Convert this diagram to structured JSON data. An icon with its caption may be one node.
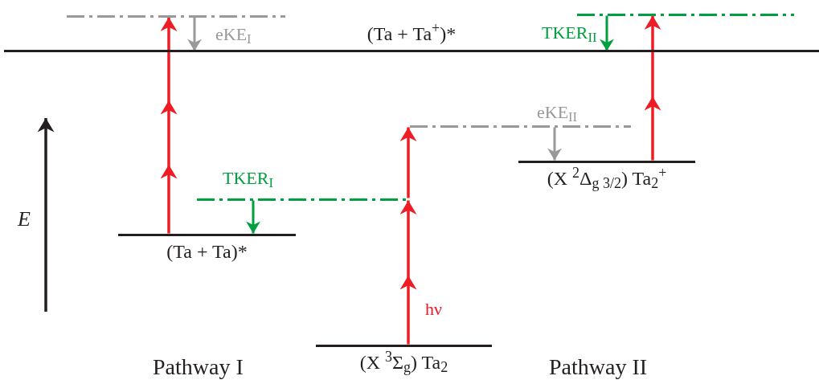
{
  "diagram": {
    "nodes": [
      {
        "text": [
          "(Ta + Ta$^{+}$)*"
        ]
      },
      {
        "text": [],
        "shape": "bar"
      },
      {
        "text": [],
        "shape": "bar"
      },
      {
        "text": [],
        "shape": "bar"
      },
      {
        "text": [
          "(X $^{2}$Δ$_{g 3/2}$) Ta$_{2}$$^{+}$"
        ]
      },
      {
        "text": [],
        "shape": "bar"
      },
      {
        "text": [
          "(Ta + Ta)*"
        ]
      },
      {
        "text": [
          "(X $^{3}$Σ$_{g}$) Ta$_{2}$"
        ]
      }
    ],
    "edges": [
      {
        "from": 7,
        "to": 5,
        "arrow": "to",
        "label": "hν",
        "color": "#ee1c25"
      },
      {
        "from": 5,
        "to": 3,
        "arrow": "to",
        "color": "#ee1c25"
      },
      {
        "from": 6,
        "to": 1,
        "arrow": "to",
        "color": "#ee1c25"
      },
      {
        "from": 4,
        "to": 2,
        "arrow": "to",
        "color": "#ee1c25"
      },
      {
        "from": 1,
        "to": 0,
        "arrow": "to",
        "label": "eKE$_{I}$",
        "color": "#999999"
      },
      {
        "from": 3,
        "to": 4,
        "arrow": "to",
        "label": "eKE$_{II}$",
        "color": "#999999"
      },
      {
        "from": 2,
        "to": 0,
        "arrow": "to",
        "label": "TKER$_{II}$",
        "color": "#00a03e"
      },
      {
        "from": 5,
        "to": 6,
        "arrow": "to",
        "label": "TKER$_{I}$",
        "color": "#00a03e"
      }
    ],
    "labels": [
      "E",
      "Pathway I",
      "Pathway II"
    ]
  }
}
